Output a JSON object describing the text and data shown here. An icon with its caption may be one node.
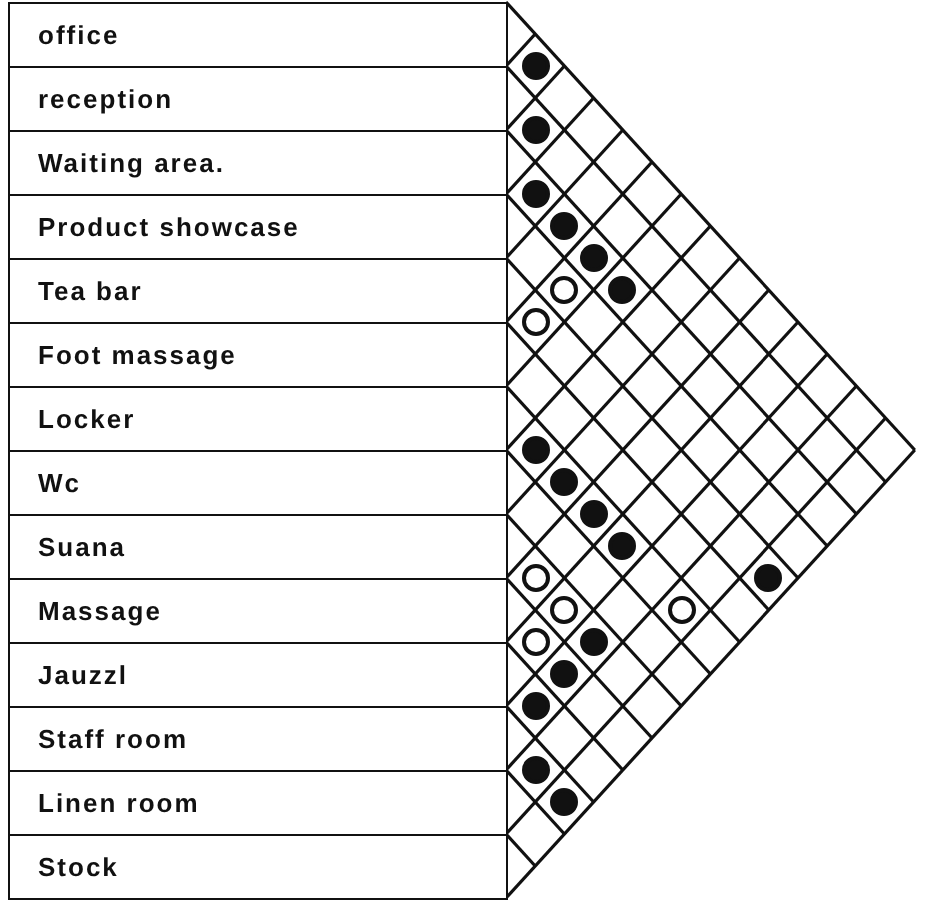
{
  "diagram": {
    "nodes": [
      {
        "text": [
          "office"
        ]
      },
      {
        "text": [
          "reception"
        ]
      },
      {
        "text": [
          "Waiting area."
        ]
      },
      {
        "text": [
          "Product showcase"
        ]
      },
      {
        "text": [
          "Tea bar"
        ]
      },
      {
        "text": [
          "Foot massage"
        ]
      },
      {
        "text": [
          "Locker"
        ]
      },
      {
        "text": [
          "Wc"
        ]
      },
      {
        "text": [
          "Suana"
        ]
      },
      {
        "text": [
          "Massage"
        ]
      },
      {
        "text": [
          "Jauzzl"
        ]
      },
      {
        "text": [
          "Staff room"
        ]
      },
      {
        "text": [
          "Linen room"
        ]
      },
      {
        "text": [
          "Stock"
        ]
      },
      {
        "text": [],
        "shape": "dot"
      },
      {
        "text": [],
        "shape": "dot"
      },
      {
        "text": [],
        "shape": "dot"
      },
      {
        "text": [],
        "shape": "dot"
      },
      {
        "text": [],
        "shape": "dot"
      },
      {
        "text": [],
        "shape": "circle"
      },
      {
        "text": [],
        "shape": "dot"
      },
      {
        "text": [],
        "shape": "circle"
      },
      {
        "text": [],
        "shape": "dot"
      },
      {
        "text": [],
        "shape": "dot"
      },
      {
        "text": [],
        "shape": "dot"
      },
      {
        "text": [],
        "shape": "dot"
      },
      {
        "text": [],
        "shape": "circle"
      },
      {
        "text": [],
        "shape": "dot"
      },
      {
        "text": [],
        "shape": "circle"
      },
      {
        "text": [],
        "shape": "circle"
      },
      {
        "text": [],
        "shape": "circle"
      },
      {
        "text": [],
        "shape": "dot"
      },
      {
        "text": [],
        "shape": "dot"
      },
      {
        "text": [],
        "shape": "dot"
      },
      {
        "text": [],
        "shape": "dot"
      },
      {
        "text": [],
        "shape": "dot"
      }
    ]
  }
}
